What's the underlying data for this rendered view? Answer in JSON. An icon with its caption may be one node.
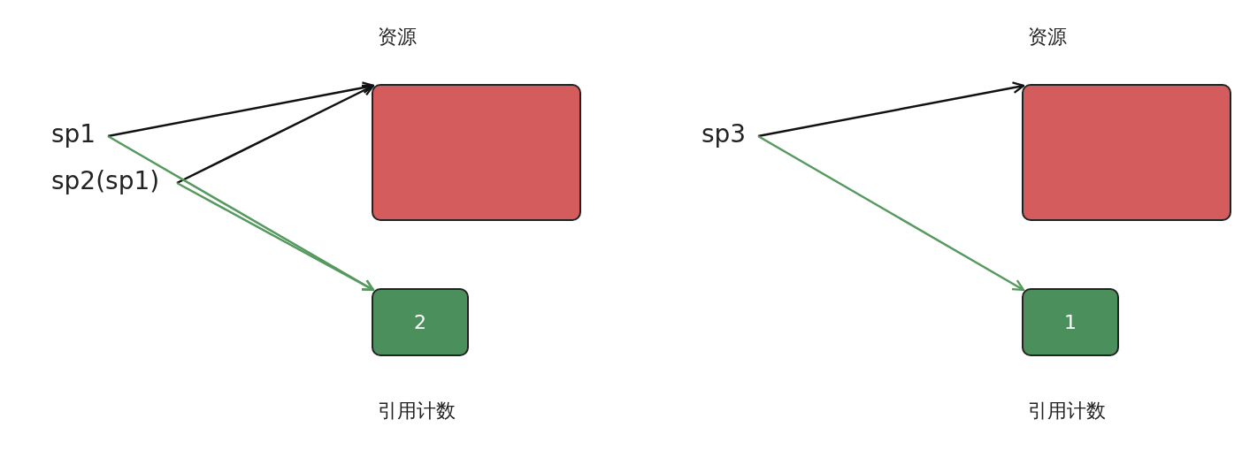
{
  "diagram": {
    "nodes": [
      {
        "text": [
          "sp1"
        ]
      },
      {
        "text": [
          "sp2(sp1)"
        ]
      },
      {
        "text": [
          "资源"
        ]
      },
      {
        "text": [
          "2"
        ],
        "beside": [
          "引用计数"
        ]
      },
      {
        "text": [
          "sp3"
        ]
      },
      {
        "text": [
          "资源"
        ]
      },
      {
        "text": [
          "1"
        ],
        "beside": [
          "引用计数"
        ]
      }
    ],
    "edges": [
      {
        "from": 0,
        "to": 2,
        "arrow": "to"
      },
      {
        "from": 1,
        "to": 2,
        "arrow": "to"
      },
      {
        "from": 0,
        "to": 3,
        "arrow": "to",
        "color": "#55995f"
      },
      {
        "from": 1,
        "to": 3,
        "arrow": "to",
        "color": "#55995f"
      },
      {
        "from": 4,
        "to": 5,
        "arrow": "to"
      },
      {
        "from": 4,
        "to": 6,
        "arrow": "to",
        "color": "#55995f"
      }
    ]
  }
}
